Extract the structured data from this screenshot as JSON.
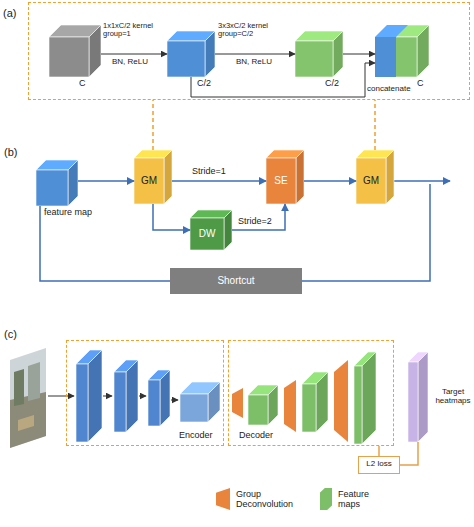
{
  "diagram": {
    "nodes": [
      {
        "text": [
          "(a)"
        ]
      },
      {
        "text": [
          "C"
        ],
        "in": 0
      },
      {
        "text": [
          "C/2"
        ],
        "in": 0
      },
      {
        "text": [
          "C/2"
        ],
        "in": 0
      },
      {
        "text": [
          "C"
        ],
        "in": 0
      },
      {
        "text": [
          "feature map"
        ]
      },
      {
        "text": [
          "GM"
        ]
      },
      {
        "text": [
          "DW"
        ]
      },
      {
        "text": [
          "SE"
        ]
      },
      {
        "text": [
          "GM"
        ]
      },
      {
        "text": [
          "Shortcut"
        ]
      },
      {
        "text": [
          "Encoder"
        ]
      },
      {
        "text": [
          "Decoder"
        ]
      },
      {
        "text": [
          "Target heatmaps"
        ]
      },
      {
        "text": [
          "L2 loss"
        ]
      }
    ],
    "edges": [
      {
        "from": 1,
        "to": 2,
        "arrow": "to",
        "label": "1x1xC/2 kernel group=1"
      },
      {
        "from": 2,
        "to": 3,
        "arrow": "to",
        "label": "3x3xC/2 kernel group=C/2"
      },
      {
        "from": 3,
        "to": 4,
        "arrow": "to"
      },
      {
        "from": 2,
        "to": 4,
        "arrow": "to",
        "label": "concatenate"
      },
      {
        "from": 6,
        "to": 0,
        "arrow": "none"
      },
      {
        "from": 9,
        "to": 0,
        "arrow": "none"
      },
      {
        "from": 5,
        "to": 6,
        "arrow": "to"
      },
      {
        "from": 6,
        "to": 8,
        "arrow": "to",
        "label": "Stride=1"
      },
      {
        "from": 6,
        "to": 7,
        "arrow": "to"
      },
      {
        "from": 7,
        "to": 8,
        "arrow": "to",
        "label": "Stride=2"
      },
      {
        "from": 8,
        "to": 9,
        "arrow": "to"
      },
      {
        "from": 5,
        "to": 10,
        "arrow": "none"
      },
      {
        "from": 12,
        "to": 14,
        "arrow": "none"
      },
      {
        "from": 14,
        "to": 13,
        "arrow": "none"
      }
    ],
    "labels": [
      "(b)",
      "(c)",
      "BN, ReLU",
      "BN, ReLU"
    ],
    "legend": [
      {
        "text": "Group Deconvolution",
        "color": "#e8843c"
      },
      {
        "text": "Feature maps",
        "color": "#7dbf68"
      }
    ]
  }
}
